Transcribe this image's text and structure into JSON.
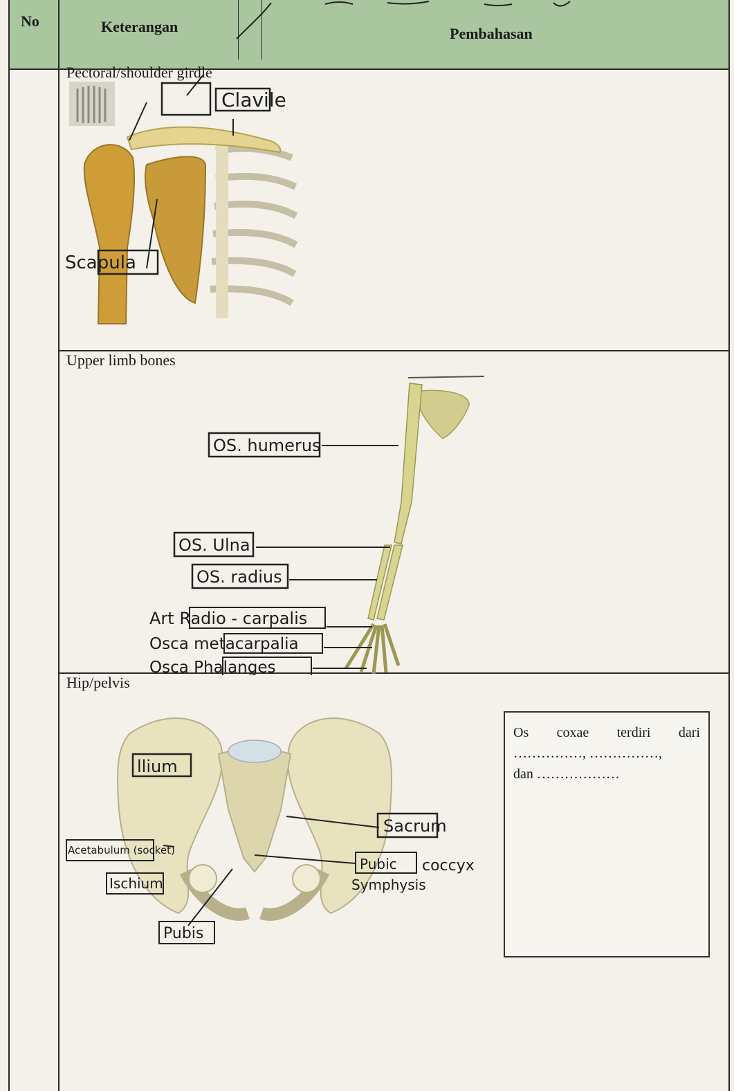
{
  "header": {
    "no": "No",
    "keterangan": "Keterangan",
    "pembahasan": "Pembahasan"
  },
  "rows": [
    {
      "title": "Pectoral/shoulder girdle",
      "labels": {
        "clavicle": "Clavile",
        "scapula": "Scapula"
      }
    },
    {
      "title": "Upper limb bones",
      "labels": {
        "humerus": "OS. humerus",
        "ulna": "OS. Ulna",
        "radius": "OS. radius",
        "radiocarpal": "Art Radio - carpalis",
        "metacarpal": "Osca metacarpalia",
        "phalanges": "Osca Phalanges"
      }
    },
    {
      "title": "Hip/pelvis",
      "labels": {
        "ilium": "llium",
        "sacrum": "Sacrum",
        "acetabulum": "Acetabulum (socket)",
        "ischium": "Ischium",
        "pubis": "Pubis",
        "pubic": "Pubic",
        "coccyx": "coccyx",
        "symphysis": "Symphysis"
      },
      "note": {
        "line1_words": [
          "Os",
          "coxae",
          "terdiri",
          "dari"
        ],
        "line2": "……………, ……………,",
        "line3": "dan ………………"
      }
    }
  ],
  "colors": {
    "header_bg": "#a9c69e",
    "bone_dark": "#c99a3a",
    "bone_light": "#e8e2bf"
  }
}
